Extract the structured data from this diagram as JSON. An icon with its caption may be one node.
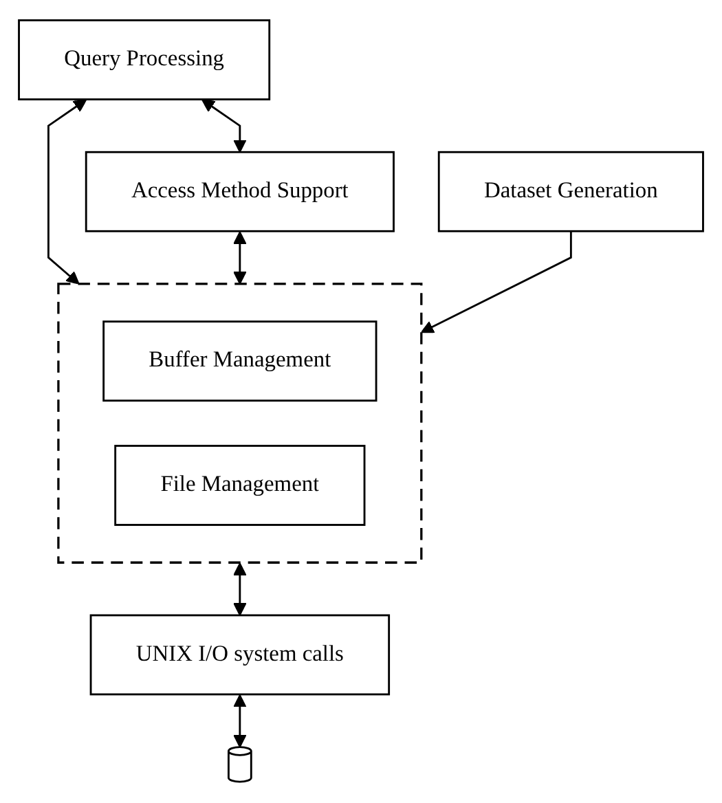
{
  "diagram": {
    "nodes": [
      {
        "text": [
          "Query Processing"
        ]
      },
      {
        "text": [
          "Access Method Support"
        ]
      },
      {
        "text": [],
        "shape": "box"
      },
      {
        "text": [
          "Buffer Management"
        ],
        "in": 2
      },
      {
        "text": [
          "File Management"
        ],
        "in": 2
      },
      {
        "text": [
          "Dataset Generation"
        ]
      },
      {
        "text": [
          "UNIX I/O system calls"
        ]
      },
      {
        "text": [],
        "shape": "cylinder"
      }
    ],
    "edges": [
      {
        "from": 0,
        "to": 2,
        "arrow": "both"
      },
      {
        "from": 0,
        "to": 1,
        "arrow": "both"
      },
      {
        "from": 1,
        "to": 2,
        "arrow": "both"
      },
      {
        "from": 5,
        "to": 2,
        "arrow": "to"
      },
      {
        "from": 2,
        "to": 6,
        "arrow": "both"
      },
      {
        "from": 6,
        "to": 7,
        "arrow": "both"
      }
    ]
  }
}
